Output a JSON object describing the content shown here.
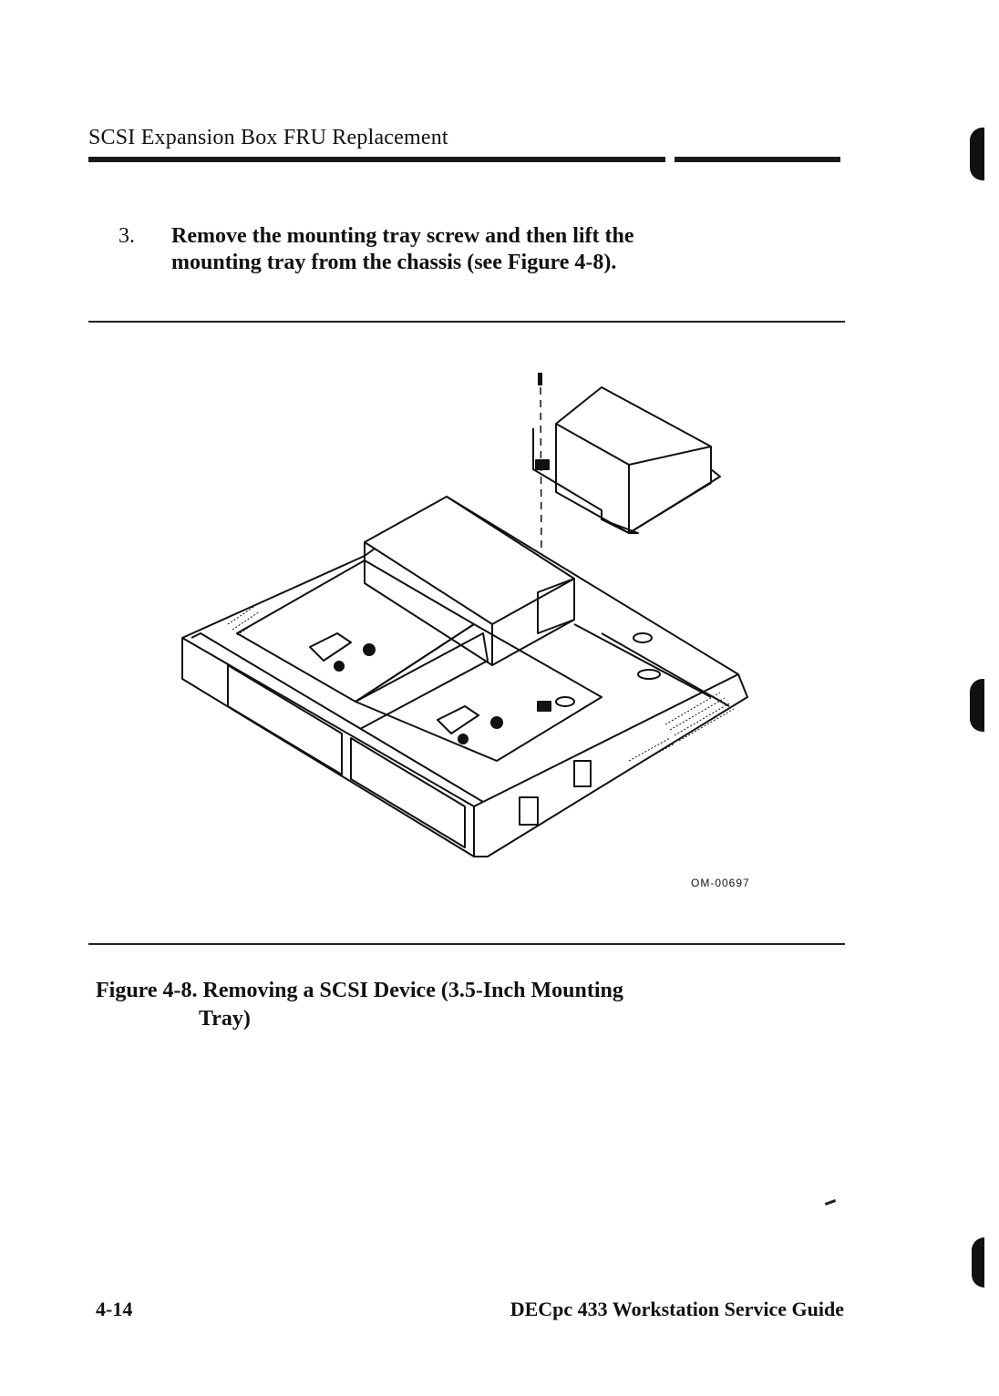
{
  "header": {
    "running_head": "SCSI Expansion Box FRU Replacement"
  },
  "step": {
    "number": "3.",
    "text_line1": "Remove the mounting tray screw and then lift the",
    "text_line2": "mounting tray from the chassis (see Figure 4-8)."
  },
  "figure": {
    "art_code": "OM-00697",
    "caption_line1": "Figure 4-8.  Removing a SCSI Device (3.5-Inch Mounting",
    "caption_line2": "Tray)"
  },
  "footer": {
    "page_number": "4-14",
    "book_title": "DECpc 433 Workstation Service Guide"
  }
}
